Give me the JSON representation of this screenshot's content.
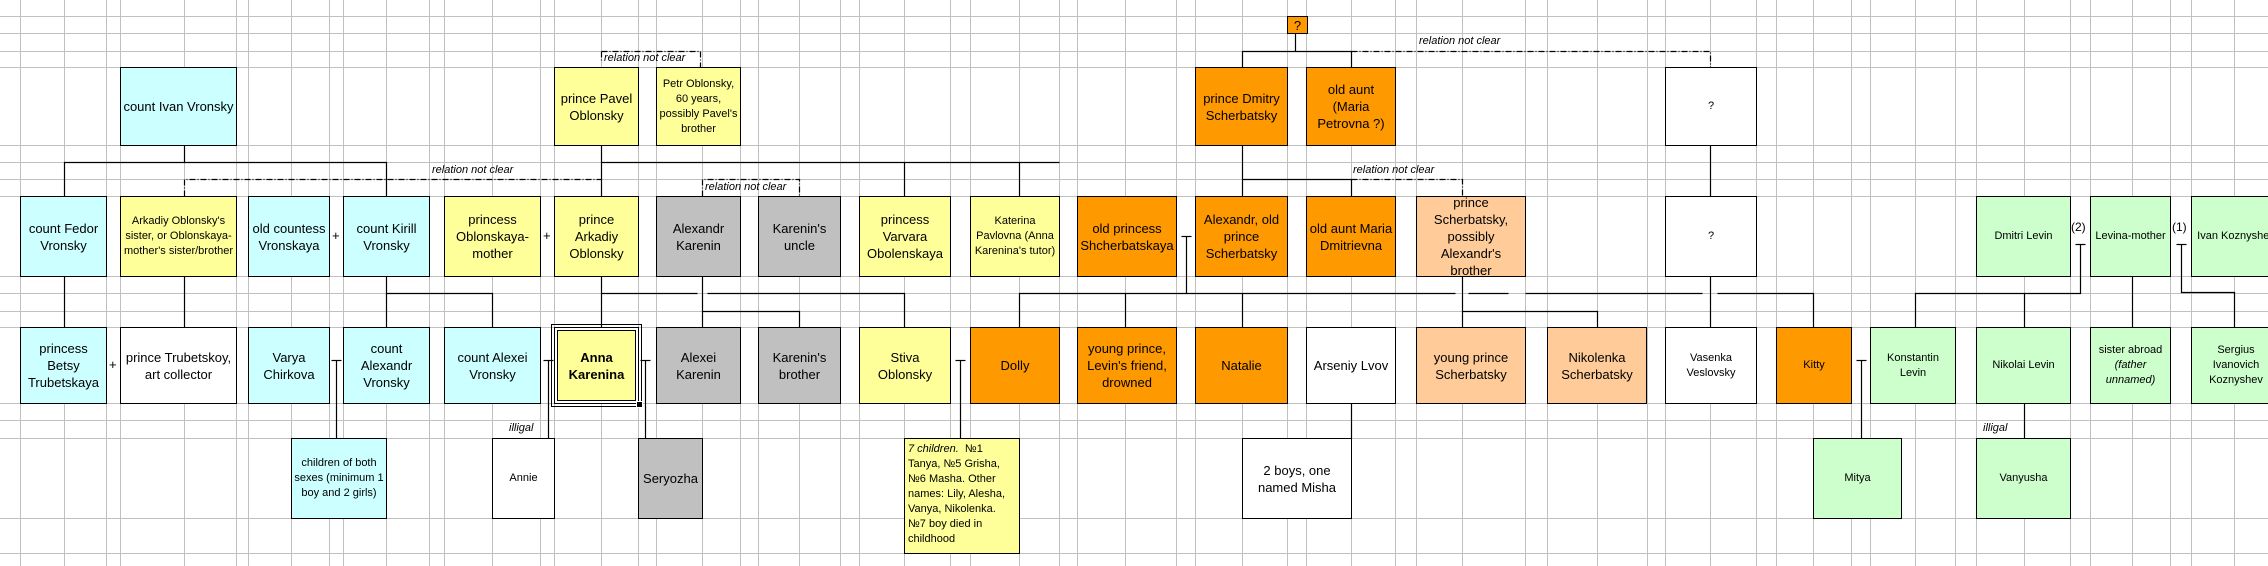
{
  "colors": {
    "gridline": "#c0c0c0",
    "vronsky": "#ccffff",
    "oblonsky": "#ffff99",
    "karenin": "#c0c0c0",
    "scherbatsky": "#ff9900",
    "scherbatsky_possible": "#ffcc99",
    "levin": "#ccffcc",
    "other": "#ffffff"
  },
  "annotations": {
    "relation_not_clear": "relation not clear",
    "illegitimate": "illigal",
    "marriage_plus": "+",
    "marriage_second": "(2)",
    "marriage_first": "(1)"
  },
  "people": {
    "unknown_top": "?",
    "ivan_vronsky": "count Ivan Vronsky",
    "pavel_oblonsky": "prince Pavel Oblonsky",
    "petr_oblonsky": "Petr Oblonsky, 60 years, possibly Pavel's brother",
    "dmitry_scherbatsky": "prince Dmitry Scherbatsky",
    "old_aunt_maria_petrovna": "old aunt (Maria Petrovna ?)",
    "unknown_gen1": "?",
    "fedor_vronsky": "count Fedor Vronsky",
    "oblonsky_sister": "Arkadiy Oblonsky's sister, or Oblonskaya-mother's sister/brother",
    "old_countess_vronskaya": "old countess Vronskaya",
    "kirill_vronsky": "count Kirill Vronsky",
    "princess_oblonskaya_mother": "princess Oblonskaya-mother",
    "arkadiy_oblonsky": "prince Arkadiy Oblonsky",
    "alexandr_karenin": "Alexandr Karenin",
    "karenins_uncle": "Karenin's uncle",
    "varvara_obolenskaya": "princess Varvara Obolenskaya",
    "katerina_pavlovna": "Katerina Pavlovna (Anna Karenina's tutor)",
    "old_princess_shcherbatskaya": "old princess Shcherbatskaya",
    "alexandr_old_prince": "Alexandr, old prince Scherbatsky",
    "old_aunt_maria_dmitrievna": "old aunt Maria Dmitrievna",
    "prince_scherbatsky_brother": "prince Scherbatsky, possibly Alexandr's brother",
    "unknown_gen2": "?",
    "dmitri_levin": "Dmitri Levin",
    "levina_mother": "Levina-mother",
    "ivan_koznyshev": "Ivan Koznyshev",
    "betsy_trubetskaya": "princess Betsy Trubetskaya",
    "prince_trubetskoy": "prince Trubetskoy, art collector",
    "varya_chirkova": "Varya Chirkova",
    "alexandr_vronsky": "count Alexandr Vronsky",
    "alexei_vronsky": "count Alexei Vronsky",
    "anna_karenina": "Anna Karenina",
    "alexei_karenin": "Alexei Karenin",
    "karenins_brother": "Karenin's brother",
    "stiva_oblonsky": "Stiva Oblonsky",
    "dolly": "Dolly",
    "young_prince_drowned": "young prince, Levin's friend, drowned",
    "natalie": "Natalie",
    "arseniy_lvov": "Arseniy Lvov",
    "young_prince_scherbatsky": "young prince Scherbatsky",
    "nikolenka_scherbatsky": "Nikolenka Scherbatsky",
    "vasenka_veslovsky": "Vasenka Veslovsky",
    "kitty": "Kitty",
    "konstantin_levin": "Konstantin Levin",
    "nikolai_levin": "Nikolai Levin",
    "sister_abroad": "sister abroad",
    "sister_abroad_note": "(father unnamed)",
    "sergius_koznyshev": "Sergius Ivanovich Koznyshev",
    "vronsky_children": "children of both sexes (minimum 1 boy and 2 girls)",
    "annie": "Annie",
    "seryozha": "Seryozha",
    "oblonsky_children_lead": "7 children.",
    "oblonsky_children": "№1 Tanya,  №5 Grisha, №6 Masha. Other names: Lily, Alesha, Vanya, Nikolenka. №7 boy died in childhood",
    "lvov_children": "2 boys, one named Misha",
    "mitya": "Mitya",
    "vanyusha": "Vanyusha"
  }
}
